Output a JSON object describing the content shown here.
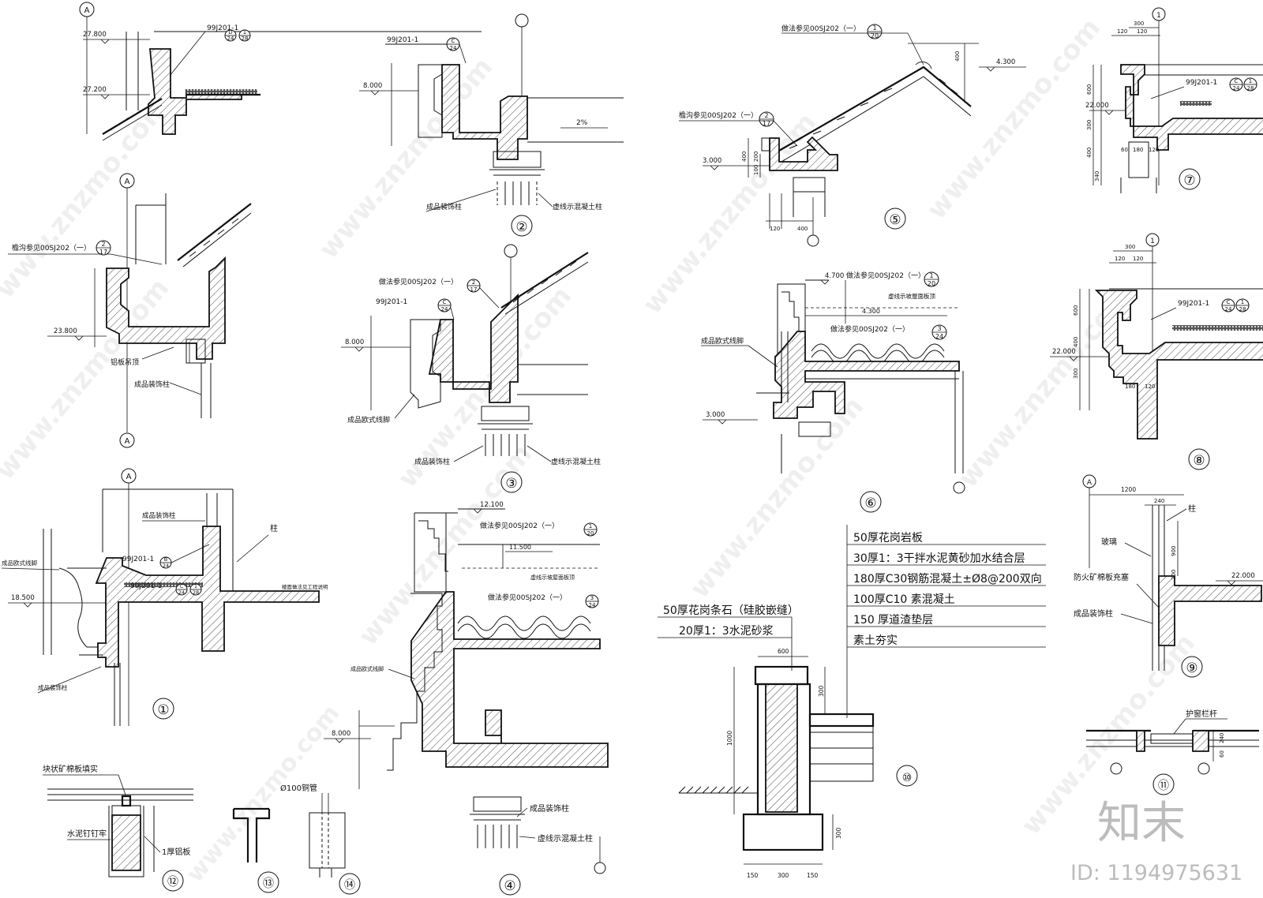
{
  "axis_mark": "A",
  "watermark": {
    "site": "www.znzmo.com",
    "brand": "知末",
    "id_label": "ID: 1194975631"
  },
  "details": {
    "d1": {
      "number": "①",
      "level_upper": "27.800",
      "level_lower": "27.200",
      "ref_top": "99J201-1",
      "ref_top_circ1_num": "D",
      "ref_top_circ1_den": "24",
      "ref_top_circ2_num": "1",
      "ref_top_circ2_den": "28",
      "gutter_note": "檐沟参见00SJ202（一）",
      "gutter_circ_num": "2",
      "gutter_circ_den": "17",
      "level_mid": "23.800",
      "aluminium_soffit": "铝板吊顶",
      "column_mid": "成品装饰柱",
      "column_top": "成品装饰柱",
      "ref_b1": "99J201-1",
      "ref_b1_circ_num": "B",
      "ref_b1_circ_den": "24",
      "ref_b2": "99J201-1",
      "ref_b2_circ1_num": "C",
      "ref_b2_circ1_den": "24",
      "ref_b2_circ2_num": "1",
      "ref_b2_circ2_den": "28",
      "euro_moulding": "成品欧式线脚",
      "level_bottom": "18.500",
      "column_bottom": "成品装饰柱",
      "column_label": "柱",
      "floor_note": "楼面做法见工程说明"
    },
    "d2": {
      "number": "②",
      "ref": "99J201-1",
      "ref_circ_num": "C",
      "ref_circ_den": "24",
      "level": "8.000",
      "slope": "2%",
      "column": "成品装饰柱",
      "concrete_column": "虚线示混凝土柱"
    },
    "d3": {
      "number": "③",
      "note": "做法参见00SJ202（一）",
      "note_circ_num": "2",
      "note_circ_den": "17",
      "ref": "99J201-1",
      "ref_circ_num": "C",
      "ref_circ_den": "24",
      "level": "8.000",
      "euro_moulding": "成品欧式线脚",
      "column": "成品装饰柱",
      "concrete_column": "虚线示混凝土柱"
    },
    "d4": {
      "number": "④",
      "level_top": "12.100",
      "note1": "做法参见00SJ202（一）",
      "note1_circ_num": "1",
      "note1_circ_den": "20",
      "level_mid": "11.500",
      "slab_note": "虚线示坡屋面板顶",
      "note2": "做法参见00SJ202（一）",
      "note2_circ_num": "3",
      "note2_circ_den": "24",
      "euro_moulding": "成品欧式线脚",
      "level_low": "8.000",
      "column": "成品装饰柱",
      "concrete_column": "虚线示混凝土柱"
    },
    "d5": {
      "number": "⑤",
      "note1": "做法参见00SJ202（一）",
      "note1_circ_num": "1",
      "note1_circ_den": "20",
      "note2": "檐沟参见00SJ202（一）",
      "note2_circ_num": "2",
      "note2_circ_den": "17",
      "level_top": "4.300",
      "level": "3.000",
      "dim_400a": "400",
      "dim_400b": "400",
      "dim_100": "100",
      "dim_200": "200",
      "dim_120": "120",
      "dim_400c": "400"
    },
    "d6": {
      "number": "⑥",
      "level_a": "4.700",
      "note1": "做法参见00SJ202（一）",
      "note1_circ_num": "1",
      "note1_circ_den": "20",
      "slab_note": "虚线示坡屋面板顶",
      "level_b": "4.300",
      "note2": "做法参见00SJ202（一）",
      "note2_circ_num": "3",
      "note2_circ_den": "24",
      "euro_moulding": "成品欧式线脚",
      "level_c": "3.000"
    },
    "d7": {
      "number": "⑦",
      "axis": "1",
      "dim_120a": "120",
      "dim_120b": "120",
      "dim_300": "300",
      "ref": "99J201-1",
      "ref_circ1_num": "C",
      "ref_circ1_den": "24",
      "ref_circ2_num": "1",
      "ref_circ2_den": "28",
      "level": "22.000",
      "dim_600": "600",
      "dim_300b": "300",
      "dim_400": "400",
      "dim_340": "340",
      "dim_60": "60",
      "dim_180": "180",
      "dim_120c": "120"
    },
    "d8": {
      "number": "⑧",
      "axis": "1",
      "dim_300": "300",
      "dim_120a": "120",
      "dim_120b": "120",
      "ref": "99J201-1",
      "ref_circ1_num": "C",
      "ref_circ1_den": "24",
      "ref_circ2_num": "1",
      "ref_circ2_den": "28",
      "level": "22.000",
      "dim_600": "600",
      "dim_400": "400",
      "dim_300b": "300",
      "dim_180": "180",
      "dim_120c": "120"
    },
    "d9": {
      "number": "⑨",
      "dim_1200": "1200",
      "dim_240": "240",
      "column": "柱",
      "glass": "玻璃",
      "fireproof": "防火矿棉板充塞",
      "deco_column": "成品装饰柱",
      "level": "22.000",
      "dim_900": "900",
      "dim_200": "200"
    },
    "d10": {
      "number": "⑩",
      "layers_right": [
        "50厚花岗岩板",
        "30厚1：3干拌水泥黄砂加水结合层",
        "180厚C30钢筋混凝土±Ø8@200双向",
        "100厚C10 素混凝土",
        "150 厚道渣垫层",
        "素土夯实"
      ],
      "layers_left": [
        "50厚花岗条石（硅胶嵌缝）",
        "20厚1：3水泥砂浆"
      ],
      "dim_600": "600",
      "dim_1000": "1000",
      "dim_300a": "300",
      "dim_300b": "300",
      "dim_150a": "150",
      "dim_300c": "300",
      "dim_150b": "150"
    },
    "d11": {
      "number": "⑪",
      "rail": "护窗栏杆",
      "dim_240": "240",
      "dim_60": "60"
    },
    "d12": {
      "number": "⑫",
      "infill": "块状矿棉板填实",
      "nail": "水泥钉钉牢",
      "aluminium": "1厚铝板"
    },
    "d13": {
      "number": "⑬"
    },
    "d14": {
      "number": "⑭",
      "pipe": "Ø100铜管"
    }
  }
}
